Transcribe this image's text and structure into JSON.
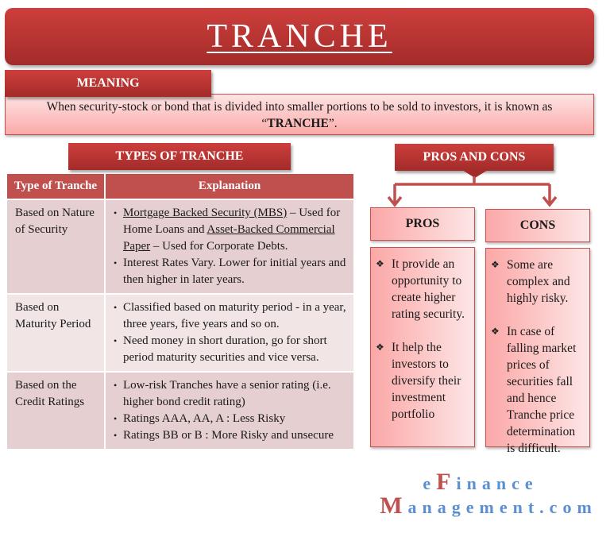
{
  "title": "TRANCHE",
  "meaning": {
    "label": "MEANING",
    "text_before": "When security-stock or bond that is divided into smaller portions to be sold to investors, it is known as ",
    "quote_open": "“",
    "term": "TRANCHE",
    "quote_close": "”."
  },
  "types": {
    "label": "TYPES OF TRANCHE",
    "headers": [
      "Type of Tranche",
      "Explanation"
    ],
    "rows": [
      {
        "type": "Based on Nature of Security",
        "bullet1": {
          "link1": "Mortgage Backed Security (MBS)",
          "text1": " – Used for Home Loans and ",
          "link2": "Asset-Backed Commercial Paper",
          "text2": " – Used for Corporate Debts."
        },
        "bullet2": "Interest Rates Vary. Lower for initial years and then higher in later years."
      },
      {
        "type": "Based on Maturity Period",
        "bullet1": "Classified based on maturity period - in a year, three years, five years and so on.",
        "bullet2": "Need money in short duration, go for short period maturity securities and vice versa."
      },
      {
        "type": "Based on the Credit Ratings",
        "bullet1": "Low-risk Tranches have a senior rating (i.e. higher bond credit rating)",
        "bullet2": "Ratings AAA, AA, A : Less Risky",
        "bullet3": "Ratings BB or B : More Risky and unsecure"
      }
    ]
  },
  "pros_cons": {
    "label": "PROS AND CONS",
    "pros": {
      "label": "PROS",
      "items": [
        "It provide an opportunity to create higher rating security.",
        "It help the investors to diversify their investment portfolio"
      ]
    },
    "cons": {
      "label": "CONS",
      "items": [
        "Some are complex and highly risky.",
        "In case of falling market prices of securities fall and hence Tranche price determination is difficult."
      ]
    }
  },
  "logo": {
    "line1_prefix": "e",
    "line1_big": "F",
    "line1_rest": "inance",
    "line2_big": "M",
    "line2_rest": "anagement.com"
  },
  "colors": {
    "header_red": "#c0504d",
    "banner_red": "#b83533",
    "pink_light": "#fde6e6",
    "pink": "#fba8a7",
    "logo_blue": "#5b8fd0"
  }
}
